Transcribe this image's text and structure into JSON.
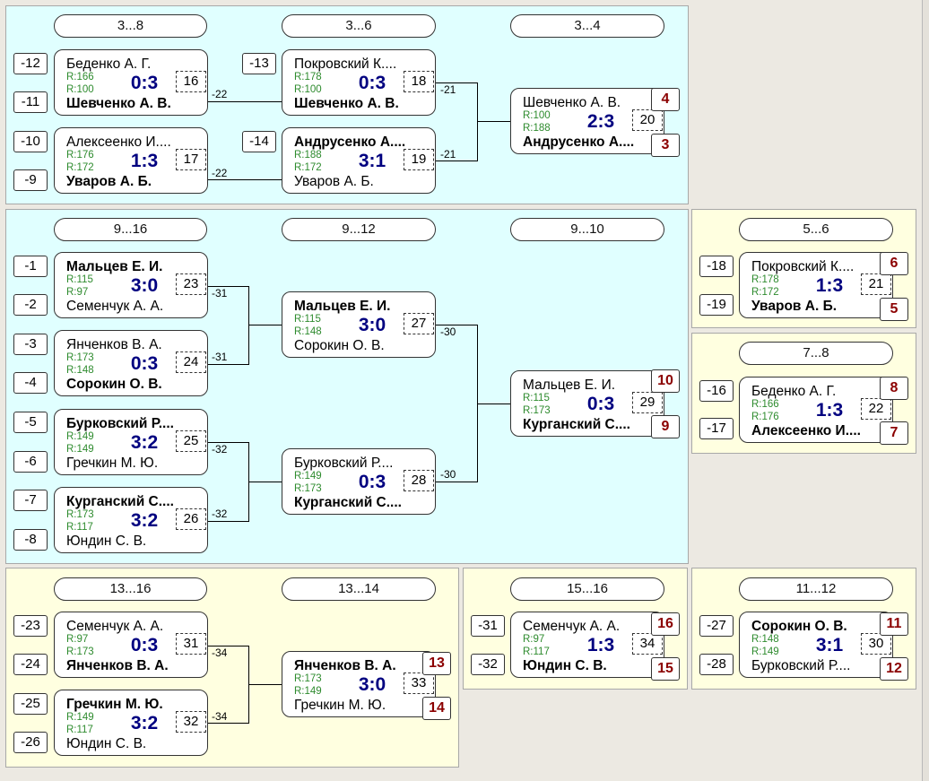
{
  "headers": [
    "3...8",
    "3...6",
    "3...4",
    "9...16",
    "9...12",
    "9...10",
    "5...6",
    "7...8",
    "13...16",
    "13...14",
    "15...16",
    "11...12"
  ],
  "seeds": [
    "-12",
    "-11",
    "-10",
    "-9",
    "-13",
    "-14",
    "-1",
    "-2",
    "-3",
    "-4",
    "-5",
    "-6",
    "-7",
    "-8",
    "-18",
    "-19",
    "-16",
    "-17",
    "-23",
    "-24",
    "-25",
    "-26",
    "-31",
    "-32",
    "-27",
    "-28"
  ],
  "matches": [
    {
      "num": "16",
      "p1": "Беденко А. Г.",
      "p2": "Шевченко А. В.",
      "r1": "R:166",
      "r2": "R:100",
      "score": "0:3"
    },
    {
      "num": "17",
      "p1": "Алексеенко И....",
      "p2": "Уваров А. Б.",
      "r1": "R:176",
      "r2": "R:172",
      "score": "1:3"
    },
    {
      "num": "18",
      "p1": "Покровский К....",
      "p2": "Шевченко А. В.",
      "r1": "R:178",
      "r2": "R:100",
      "score": "0:3"
    },
    {
      "num": "19",
      "p1": "Андрусенко А....",
      "p2": "Уваров А. Б.",
      "r1": "R:188",
      "r2": "R:172",
      "score": "3:1"
    },
    {
      "num": "20",
      "p1": "Шевченко А. В.",
      "p2": "Андрусенко А....",
      "r1": "R:100",
      "r2": "R:188",
      "score": "2:3"
    },
    {
      "num": "23",
      "p1": "Мальцев Е. И.",
      "p2": "Семенчук А. А.",
      "r1": "R:115",
      "r2": "R:97",
      "score": "3:0"
    },
    {
      "num": "24",
      "p1": "Янченков В. А.",
      "p2": "Сорокин О. В.",
      "r1": "R:173",
      "r2": "R:148",
      "score": "0:3"
    },
    {
      "num": "25",
      "p1": "Бурковский Р....",
      "p2": "Гречкин М. Ю.",
      "r1": "R:149",
      "r2": "R:149",
      "score": "3:2"
    },
    {
      "num": "26",
      "p1": "Курганский С....",
      "p2": "Юндин С. В.",
      "r1": "R:173",
      "r2": "R:117",
      "score": "3:2"
    },
    {
      "num": "27",
      "p1": "Мальцев Е. И.",
      "p2": "Сорокин О. В.",
      "r1": "R:115",
      "r2": "R:148",
      "score": "3:0"
    },
    {
      "num": "28",
      "p1": "Бурковский Р....",
      "p2": "Курганский С....",
      "r1": "R:149",
      "r2": "R:173",
      "score": "0:3"
    },
    {
      "num": "29",
      "p1": "Мальцев Е. И.",
      "p2": "Курганский С....",
      "r1": "R:115",
      "r2": "R:173",
      "score": "0:3"
    },
    {
      "num": "21",
      "p1": "Покровский К....",
      "p2": "Уваров А. Б.",
      "r1": "R:178",
      "r2": "R:172",
      "score": "1:3"
    },
    {
      "num": "22",
      "p1": "Беденко А. Г.",
      "p2": "Алексеенко И....",
      "r1": "R:166",
      "r2": "R:176",
      "score": "1:3"
    },
    {
      "num": "31",
      "p1": "Семенчук А. А.",
      "p2": "Янченков В. А.",
      "r1": "R:97",
      "r2": "R:173",
      "score": "0:3"
    },
    {
      "num": "32",
      "p1": "Гречкин М. Ю.",
      "p2": "Юндин С. В.",
      "r1": "R:149",
      "r2": "R:117",
      "score": "3:2"
    },
    {
      "num": "33",
      "p1": "Янченков В. А.",
      "p2": "Гречкин М. Ю.",
      "r1": "R:173",
      "r2": "R:149",
      "score": "3:0"
    },
    {
      "num": "34",
      "p1": "Семенчук А. А.",
      "p2": "Юндин С. В.",
      "r1": "R:97",
      "r2": "R:117",
      "score": "1:3"
    },
    {
      "num": "30",
      "p1": "Сорокин О. В.",
      "p2": "Бурковский Р....",
      "r1": "R:148",
      "r2": "R:149",
      "score": "3:1"
    }
  ],
  "places": [
    "4",
    "3",
    "10",
    "9",
    "6",
    "5",
    "8",
    "7",
    "13",
    "14",
    "16",
    "15",
    "11",
    "12"
  ],
  "loser_labels": [
    "-22",
    "-22",
    "-21",
    "-21",
    "-31",
    "-31",
    "-32",
    "-32",
    "-30",
    "-30",
    "-34",
    "-34"
  ]
}
